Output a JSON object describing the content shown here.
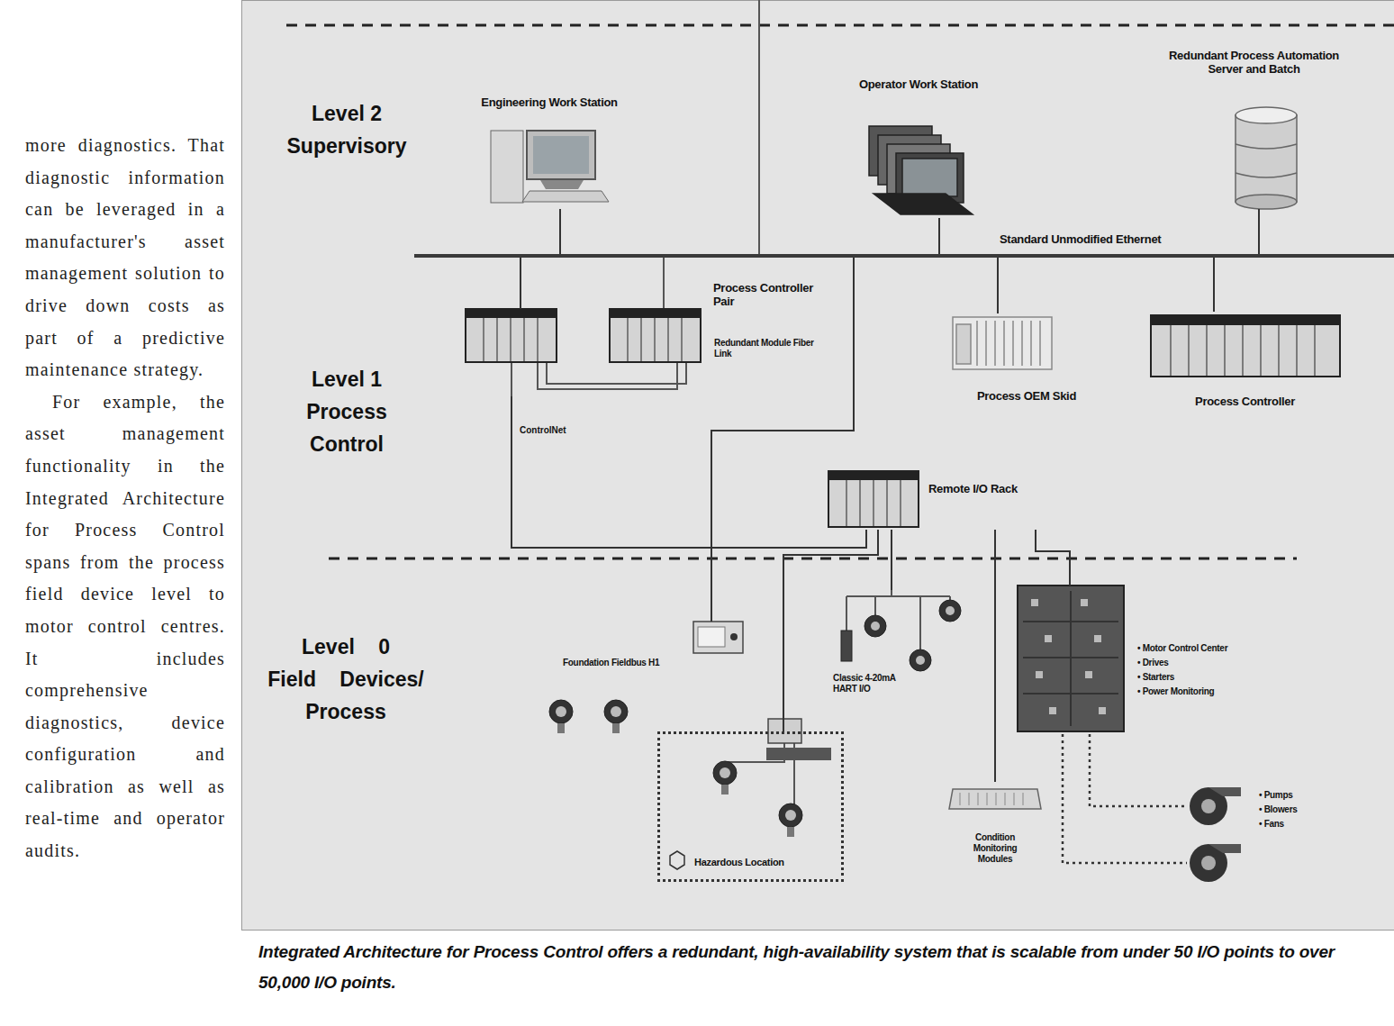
{
  "diagram": {
    "caption": "Integrated Architecture for Process Control offers a redundant, high-availability system that is scalable from under 50 I/O points to over 50,000 I/O points.",
    "nodes": [
      {
        "text": [
          "Engineering Work Station"
        ]
      },
      {
        "text": [
          "Operator Work Station"
        ]
      },
      {
        "text": [
          "Redundant Process Automation Server and Batch"
        ]
      },
      {
        "text": [
          "Standard Unmodified Ethernet"
        ]
      },
      {
        "text": [
          "Process Controller Pair",
          "Redundant Module Fiber Link"
        ]
      },
      {
        "text": [
          "Process OEM Skid"
        ]
      },
      {
        "text": [
          "Process Controller"
        ]
      },
      {
        "text": [
          "Remote I/O Rack"
        ]
      },
      {
        "text": [
          "Foundation Fieldbus H1"
        ]
      },
      {
        "text": [
          "Classic 4-20mA HART I/O"
        ]
      },
      {
        "text": [
          "• Motor Control Center",
          "• Drives",
          "• Starters",
          "• Power Monitoring"
        ]
      },
      {
        "text": [
          "Hazardous Location"
        ]
      },
      {
        "text": [
          "Condition Monitoring Modules"
        ]
      },
      {
        "text": [
          "• Pumps",
          "• Blowers",
          "• Fans"
        ]
      }
    ],
    "edges": [
      {
        "from": 0,
        "to": 3,
        "arrow": "none"
      },
      {
        "from": 1,
        "to": 3,
        "arrow": "none"
      },
      {
        "from": 2,
        "to": 3,
        "arrow": "none"
      },
      {
        "from": 4,
        "to": 3,
        "arrow": "none"
      },
      {
        "from": 5,
        "to": 3,
        "arrow": "none"
      },
      {
        "from": 6,
        "to": 3,
        "arrow": "none"
      },
      {
        "from": 4,
        "to": 7,
        "label": "ControlNet",
        "arrow": "none"
      },
      {
        "from": 3,
        "to": 8,
        "arrow": "none"
      },
      {
        "from": 7,
        "to": 9,
        "arrow": "none"
      },
      {
        "from": 7,
        "to": 11,
        "arrow": "none"
      },
      {
        "from": 7,
        "to": 12,
        "arrow": "none"
      },
      {
        "from": 7,
        "to": 10,
        "arrow": "none"
      },
      {
        "from": 10,
        "to": 13,
        "arrow": "none"
      }
    ],
    "labels": [
      "more diagnostics. That diagnostic information can be leveraged in a manufacturer's asset management solution to drive down costs as part of a predictive maintenance strategy.",
      "For example, the asset management functionality in the Integrated Architecture for Process Control spans from the process field device level to motor control centres. It includes comprehensive diagnostics, device configuration and calibration as well as real-time and operator audits.",
      "Level 2 Supervisory",
      "Level 1 Process Control",
      "Level 0 Field Devices/ Process"
    ]
  }
}
